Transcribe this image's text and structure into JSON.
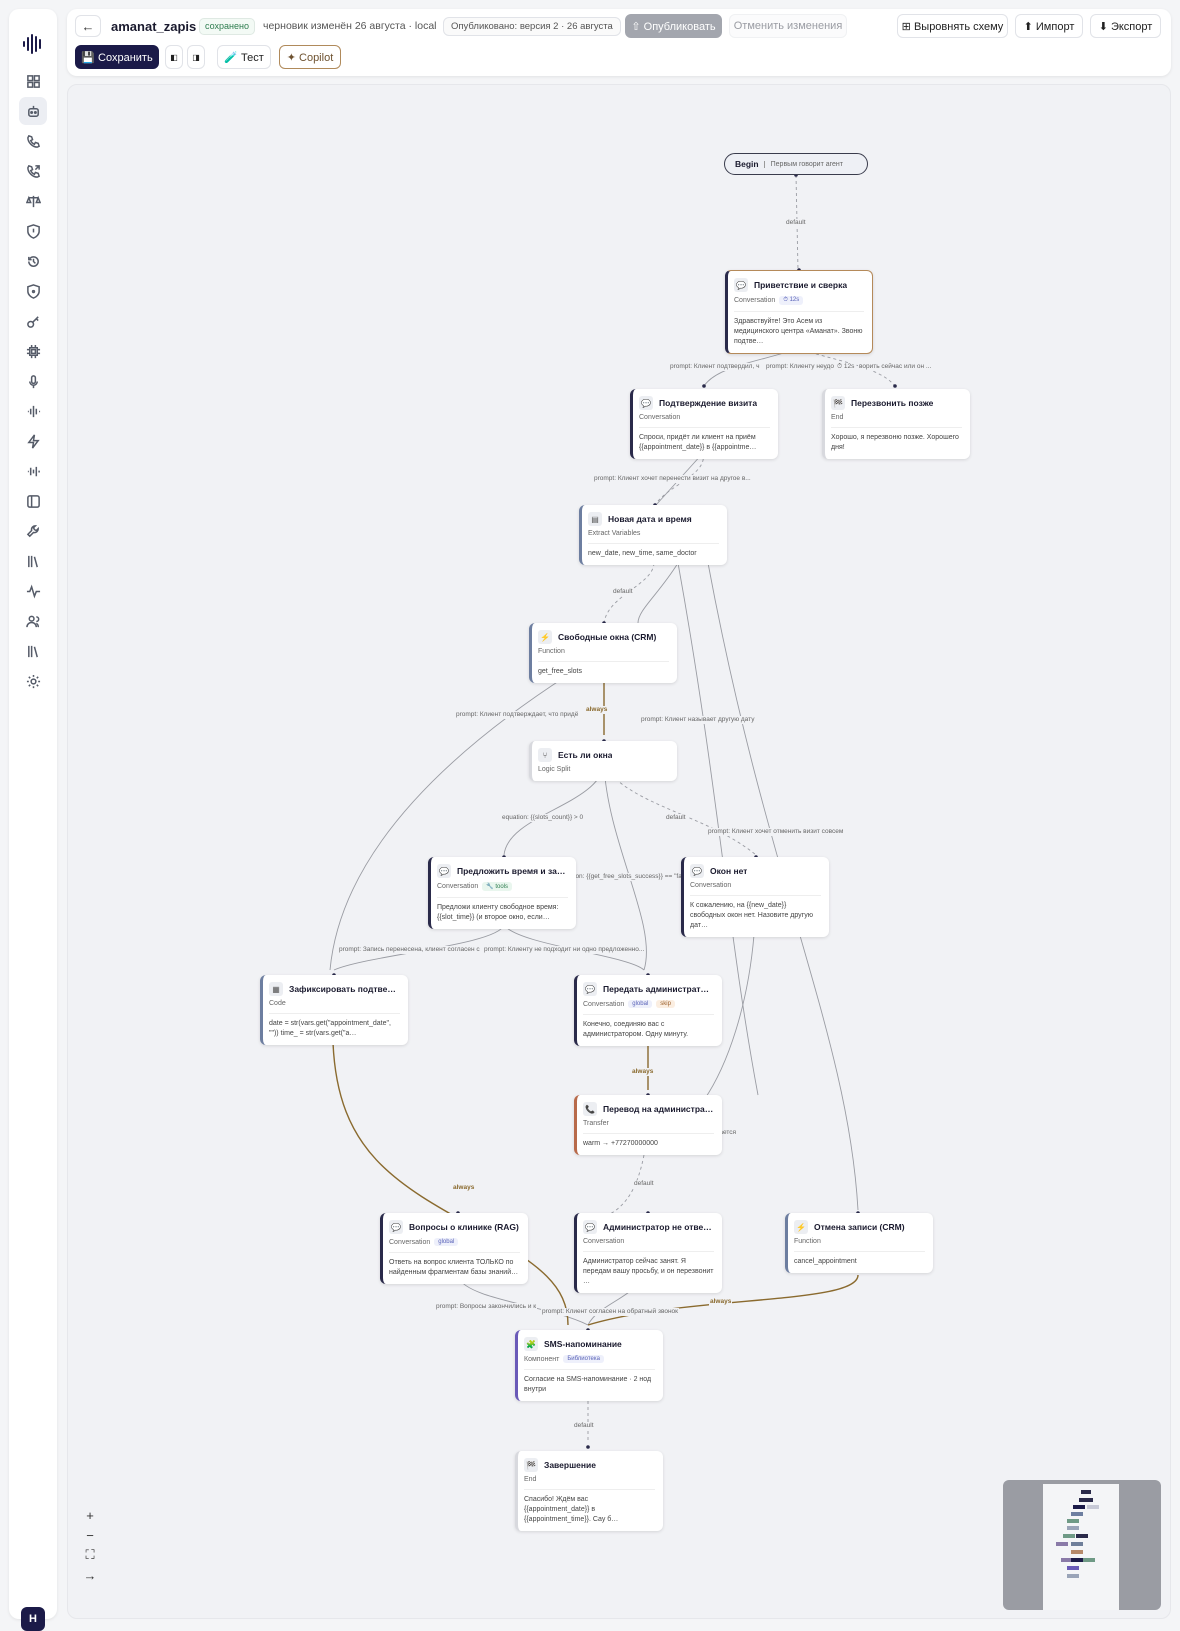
{
  "header": {
    "back_label": "←",
    "agent_name": "amanat_zapis",
    "saved_status": "сохранено",
    "draft_info": "черновик изменён 26 августа · local",
    "published_info": "Опубликовано: версия 2 · 26 августа",
    "publish_label": "⇧ Опубликовать",
    "revert_label": "Отменить изменения",
    "align_label": "⊞ Выровнять схему",
    "import_label": "⬆ Импорт",
    "export_label": "⬇ Экспорт",
    "save_label": "💾 Сохранить",
    "test_label": "🧪 Тест",
    "copilot_label": "✦ Copilot",
    "layout_btn1": "◧",
    "layout_btn2": "◨"
  },
  "sidebar": {
    "user_initial": "H",
    "items": [
      "dashboard",
      "agents",
      "calls",
      "outbound",
      "balance",
      "security",
      "history",
      "shield",
      "keys",
      "chip",
      "voice",
      "audio",
      "flash",
      "audio2",
      "panel",
      "tools",
      "library",
      "activity",
      "users",
      "library2",
      "settings"
    ]
  },
  "begin": {
    "label": "Begin",
    "note": "Первым говорит агент"
  },
  "nodes": {
    "greeting": {
      "title": "Приветствие и сверка",
      "type": "Conversation",
      "tag": "⏱ 12s",
      "body": "Здравствуйте! Это Асем из медицинского центра «Аманат». Звоню подтве…"
    },
    "confirm": {
      "title": "Подтверждение визита",
      "type": "Conversation",
      "body": "Спроси, придёт ли клиент на приём {{appointment_date}} в {{appointme…"
    },
    "callback": {
      "title": "Перезвонить позже",
      "type": "End",
      "body": "Хорошо, я перезвоню позже. Хорошего дня!"
    },
    "newdate": {
      "title": "Новая дата и время",
      "type": "Extract Variables",
      "body": "new_date, new_time, same_doctor"
    },
    "freeslots": {
      "title": "Свободные окна (CRM)",
      "type": "Function",
      "body": "get_free_slots"
    },
    "split": {
      "title": "Есть ли окна",
      "type": "Logic Split"
    },
    "offer": {
      "title": "Предложить время и запи…",
      "type": "Conversation",
      "tag": "🔧 tools",
      "body": "Предложи клиенту свободное время: {{slot_time}} (и второе окно, если…"
    },
    "noslots": {
      "title": "Окон нет",
      "type": "Conversation",
      "body": "К сожалению, на {{new_date}} свободных окон нет. Назовите другую дат…"
    },
    "fix": {
      "title": "Зафиксировать подтвер…",
      "type": "Code",
      "body": "date = str(vars.get(\"appointment_date\", \"\")) time_ = str(vars.get(\"a…"
    },
    "handoff": {
      "title": "Передать администрато…",
      "type": "Conversation",
      "tag1": "global",
      "tag2": "skip",
      "body": "Конечно, соединяю вас с администратором. Одну минуту."
    },
    "transfer": {
      "title": "Перевод на администрат…",
      "type": "Transfer",
      "body": "warm → +77270000000"
    },
    "rag": {
      "title": "Вопросы о клинике (RAG)",
      "type": "Conversation",
      "tag": "global",
      "body": "Ответь на вопрос клиента ТОЛЬКО по найденным фрагментам базы знаний…"
    },
    "admin_no": {
      "title": "Администратор не ответ…",
      "type": "Conversation",
      "body": "Администратор сейчас занят. Я передам вашу просьбу, и он перезвонит …"
    },
    "cancel": {
      "title": "Отмена записи (CRM)",
      "type": "Function",
      "body": "cancel_appointment"
    },
    "sms": {
      "title": "SMS-напоминание",
      "type": "Компонент",
      "tag": "Библиотека",
      "body": "Согласие на SMS-напоминание · 2 нод внутри"
    },
    "end": {
      "title": "Завершение",
      "type": "End",
      "body": "Спасибо! Ждём вас {{appointment_date}} в {{appointment_time}}. Сау б…"
    }
  },
  "edges": {
    "e1": "default",
    "e2": "prompt: Клиент подтвердил, ч",
    "e2b": "prompt: Клиенту неудо",
    "e2c": "⏱ 12s",
    "e2d": "ворить сейчас или он ...",
    "e3": "prompt: Клиент хочет перенести визит на другое в...",
    "e4": "default",
    "e5": "always",
    "e6": "prompt: Клиент подтверждает, что придё",
    "e7": "prompt: Клиент называет другую дату",
    "e8": "equation: {{slots_count}} > 0",
    "e9": "default",
    "e10": "prompt: Клиент хочет отменить визит совсем",
    "e11": "ion: {{get_free_slots_success}} == \"fa",
    "e12": "prompt: Запись перенесена, клиент согласен с",
    "e13": "prompt: Клиенту не подходит ни одно предложенно...",
    "e14": "always",
    "e15": "щается",
    "e16": "default",
    "e17": "always",
    "e18": "prompt: Вопросы закончились и к",
    "e19": "prompt: Клиент согласен на обратный звонок",
    "e20": "always",
    "e21": "default"
  },
  "zoom": {
    "in": "+",
    "out": "−",
    "fit": "⛶",
    "more": "→"
  }
}
